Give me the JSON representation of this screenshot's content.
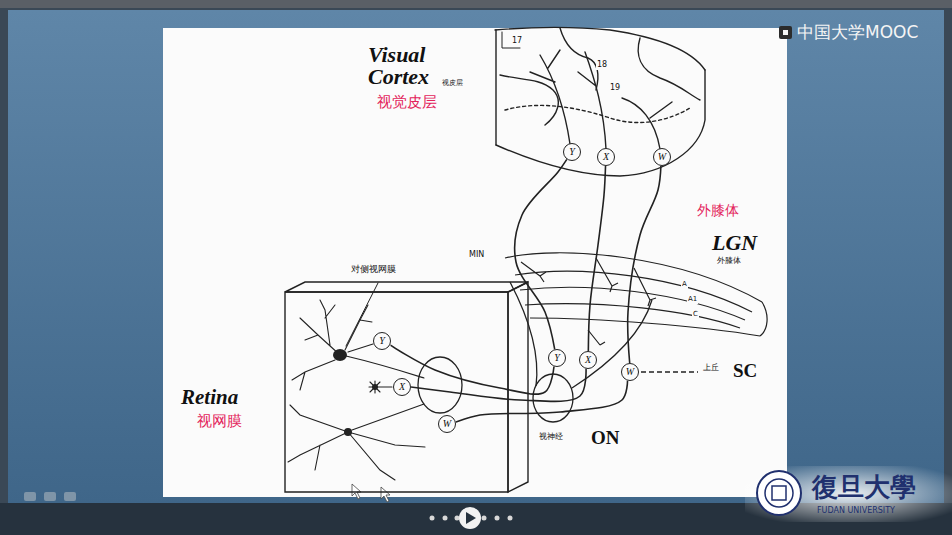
{
  "diagram": {
    "nodes": [
      {
        "text": [
          "对侧视网膜"
        ]
      },
      {
        "text": [
          "Y"
        ],
        "in": 0
      },
      {
        "text": [
          "X"
        ],
        "in": 0
      },
      {
        "text": [
          "W"
        ],
        "in": 0
      },
      {
        "text": [
          "Y"
        ]
      },
      {
        "text": [
          "X"
        ]
      },
      {
        "text": [
          "W"
        ]
      },
      {
        "text": [
          "Y"
        ]
      },
      {
        "text": [
          "X"
        ]
      },
      {
        "text": [
          "W"
        ]
      }
    ],
    "edges": [
      {
        "from": 1,
        "to": 4,
        "arrow": "none"
      },
      {
        "from": 2,
        "to": 5,
        "arrow": "none"
      },
      {
        "from": 3,
        "to": 6,
        "arrow": "none"
      },
      {
        "from": 4,
        "to": 7,
        "arrow": "none"
      },
      {
        "from": 5,
        "to": 8,
        "arrow": "none"
      },
      {
        "from": 6,
        "to": 9,
        "arrow": "none"
      }
    ],
    "labels": [
      "中国大学MOOC",
      "Visual Cortex",
      "视皮层",
      "视觉皮层",
      "17",
      "18",
      "19",
      "外膝体",
      "LGN",
      "外膝体",
      "MIN",
      "A",
      "A1",
      "C",
      "上丘",
      "SC",
      "Retina",
      "视网膜",
      "视神经",
      "ON",
      "復旦大學",
      "FUDAN UNIVERSITY"
    ]
  }
}
